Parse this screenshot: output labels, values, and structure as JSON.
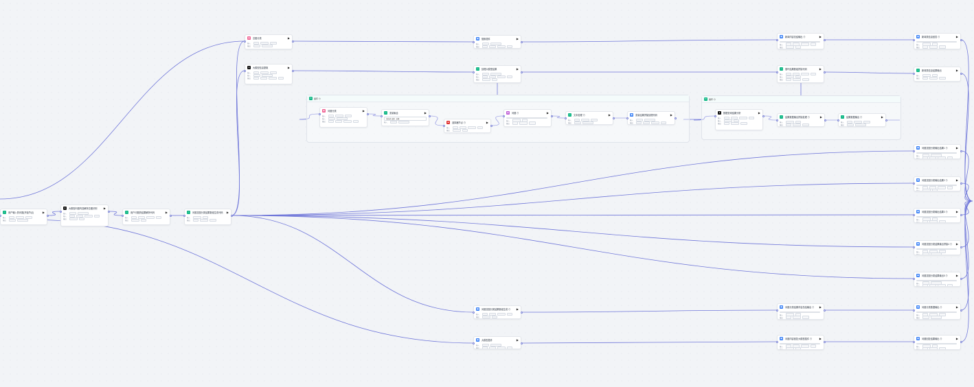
{
  "colors": {
    "edge": "#6f76d9",
    "canvas_bg": "#f2f4f7",
    "icon_green": "#12b886",
    "icon_pink": "#f06595",
    "icon_blue": "#3b82f6",
    "icon_black": "#111111",
    "icon_red": "#e03131",
    "icon_purple": "#c05fd6"
  },
  "workflow": {
    "groups": {
      "group_1": {
        "title": "循环 ⊙"
      },
      "group_2": {
        "title": "循环 ⊙"
      }
    },
    "nodes": {
      "n_start": {
        "title": "用户输入的问题(开始节点)",
        "icon": "start-icon"
      },
      "n_llm1": {
        "title": "大模型问题内容解析意图识别",
        "icon": "llm-icon"
      },
      "n_code1": {
        "title": "用户问题的结果解析代码",
        "icon": "code-icon"
      },
      "n_code2": {
        "title": "问题意图分类结果数组生成代码",
        "icon": "code-icon"
      },
      "n_top1": {
        "title": "意图分类",
        "icon": "intent-icon"
      },
      "n_top1b": {
        "title": "搜索插件",
        "icon": "plugin-icon"
      },
      "n_top1c": {
        "title": "新闻内容总结输出 ⊙",
        "icon": "plugin-icon"
      },
      "n_top1d": {
        "title": "新闻类信息回答 ⊙",
        "icon": "output-icon"
      },
      "n_top2": {
        "title": "大模型信息提取",
        "icon": "llm-icon"
      },
      "n_top2b": {
        "title": "处理大模型结果",
        "icon": "code-icon"
      },
      "n_top2c": {
        "title": "循环结果数组拼接代码",
        "icon": "code-icon"
      },
      "n_top2d": {
        "title": "新闻类信息结果输出",
        "icon": "output-icon"
      },
      "g1_a": {
        "title": "问题分类",
        "icon": "intent-icon"
      },
      "g1_b": {
        "title": "变量聚合",
        "icon": "code-icon"
      },
      "g1_c": {
        "title": "选择器节点 ⊙",
        "icon": "branch-icon"
      },
      "g1_d": {
        "title": "问题 ⊙",
        "icon": "intent-icon"
      },
      "g1_e": {
        "title": "文本处理 ⊙",
        "icon": "code-icon"
      },
      "g1_f": {
        "title": "变量结果拼接处理代码",
        "icon": "code-icon"
      },
      "g2_a": {
        "title": "数据查询结果分析",
        "icon": "llm-icon"
      },
      "g2_b": {
        "title": "结果数据输出拼接处理 ⊙",
        "icon": "code-icon"
      },
      "g2_c": {
        "title": "结果数据输出 ⊙",
        "icon": "code-icon"
      },
      "r1": {
        "title": "问题意图分类输出结果1 ⊙",
        "icon": "output-icon"
      },
      "r2": {
        "title": "问题意图分类输出结果2 ⊙",
        "icon": "output-icon"
      },
      "r3": {
        "title": "问题意图分类输出结果3 ⊙",
        "icon": "output-icon"
      },
      "r4": {
        "title": "问题意图分类结果输出拼接4 ⊙",
        "icon": "output-icon"
      },
      "r5": {
        "title": "问题意图分类结果输出5 ⊙",
        "icon": "output-icon"
      },
      "b1": {
        "title": "问题意图分类结果数组生成 ⊙",
        "icon": "plugin-icon"
      },
      "b1b": {
        "title": "问题分类结果内容总结输出 ⊙",
        "icon": "plugin-icon"
      },
      "b1c": {
        "title": "问题分类数据输出 ⊙",
        "icon": "output-icon"
      },
      "b2": {
        "title": "大模型插件",
        "icon": "plugin-icon"
      },
      "b2b": {
        "title": "问题内容回复大模型插件 ⊙",
        "icon": "plugin-icon"
      },
      "b2c": {
        "title": "问题回复结果输出 ⊙",
        "icon": "output-icon"
      }
    },
    "labels": {
      "input": "输入",
      "output": "输出",
      "select": "请选择 变量",
      "select2": "变量"
    }
  }
}
